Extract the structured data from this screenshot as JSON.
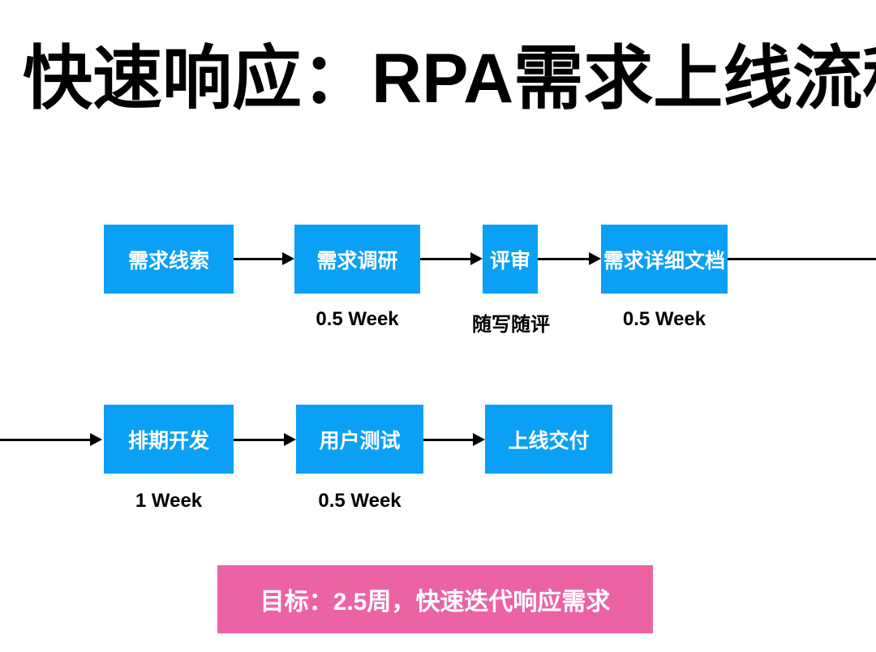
{
  "slide": {
    "title": "快速响应：RPA需求上线流程"
  },
  "colors": {
    "node_blue": "#0aa0f5",
    "goal_pink": "#ec63a4",
    "arrow_black": "#000000",
    "title_black": "#000000",
    "node_text_white": "#ffffff"
  },
  "flow": {
    "row1": {
      "nodes": [
        {
          "label": "需求线索"
        },
        {
          "label": "需求调研",
          "duration": "0.5 Week"
        },
        {
          "label": "评审",
          "duration": "随写随评"
        },
        {
          "label": "需求详细文档",
          "duration": "0.5 Week"
        }
      ]
    },
    "row2": {
      "nodes": [
        {
          "label": "排期开发",
          "duration": "1 Week"
        },
        {
          "label": "用户测试",
          "duration": "0.5 Week"
        },
        {
          "label": "上线交付"
        }
      ]
    }
  },
  "goal": {
    "text": "目标：2.5周，快速迭代响应需求"
  }
}
